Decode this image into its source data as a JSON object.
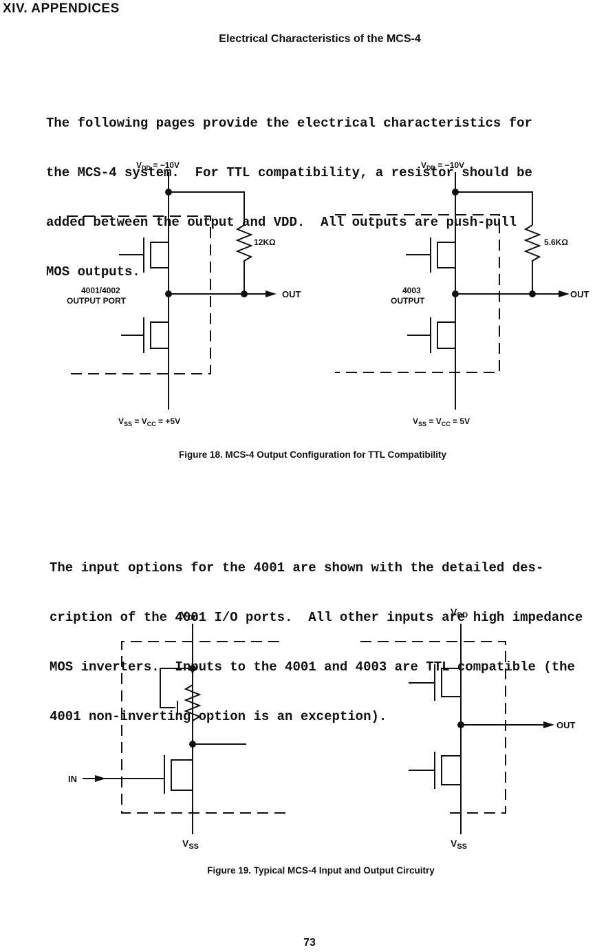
{
  "section_title": "XIV. APPENDICES",
  "heading": "Electrical Characteristics of the MCS-4",
  "paragraph1": [
    "The following pages provide the electrical characteristics for",
    "the MCS-4 system.  For TTL compatibility, a resistor should be",
    "added between the output and VDD.  All outputs are push-pull",
    "MOS outputs."
  ],
  "figure18": {
    "left": {
      "supply_top_main": "V",
      "supply_top_sub": "DD",
      "supply_top_value": " = −10V",
      "resistor": "12KΩ",
      "block_line1": "4001/4002",
      "block_line2": "OUTPUT PORT",
      "out": "OUT",
      "supply_bottom_a": "V",
      "supply_bottom_a_sub": "SS",
      "supply_bottom_mid": " = V",
      "supply_bottom_b_sub": "CC",
      "supply_bottom_value": " = +5V"
    },
    "right": {
      "supply_top_main": "V",
      "supply_top_sub": "DD",
      "supply_top_value": " = −10V",
      "resistor": "5.6KΩ",
      "block_line1": "4003",
      "block_line2": "OUTPUT",
      "out": "OUT",
      "supply_bottom_a": "V",
      "supply_bottom_a_sub": "SS",
      "supply_bottom_mid": " = V",
      "supply_bottom_b_sub": "CC",
      "supply_bottom_value": " = 5V"
    },
    "caption": "Figure 18.  MCS-4 Output Configuration for TTL Compatibility"
  },
  "paragraph2": [
    "The input options for the 4001 are shown with the detailed des-",
    "cription of the 4001 I/O ports.  All other inputs are high impedance",
    "MOS inverters.  Inputs to the 4001 and 4003 are TTL compatible (the",
    "4001 non-inverting option is an exception)."
  ],
  "figure19": {
    "left": {
      "vdd_main": "V",
      "vdd_sub": "DD",
      "vss_main": "V",
      "vss_sub": "SS",
      "input": "IN"
    },
    "right": {
      "vdd_main": "V",
      "vdd_sub": "DD",
      "vss_main": "V",
      "vss_sub": "SS",
      "out": "OUT"
    },
    "caption": "Figure 19.  Typical MCS-4 Input and Output Circuitry"
  },
  "page_number": "73"
}
